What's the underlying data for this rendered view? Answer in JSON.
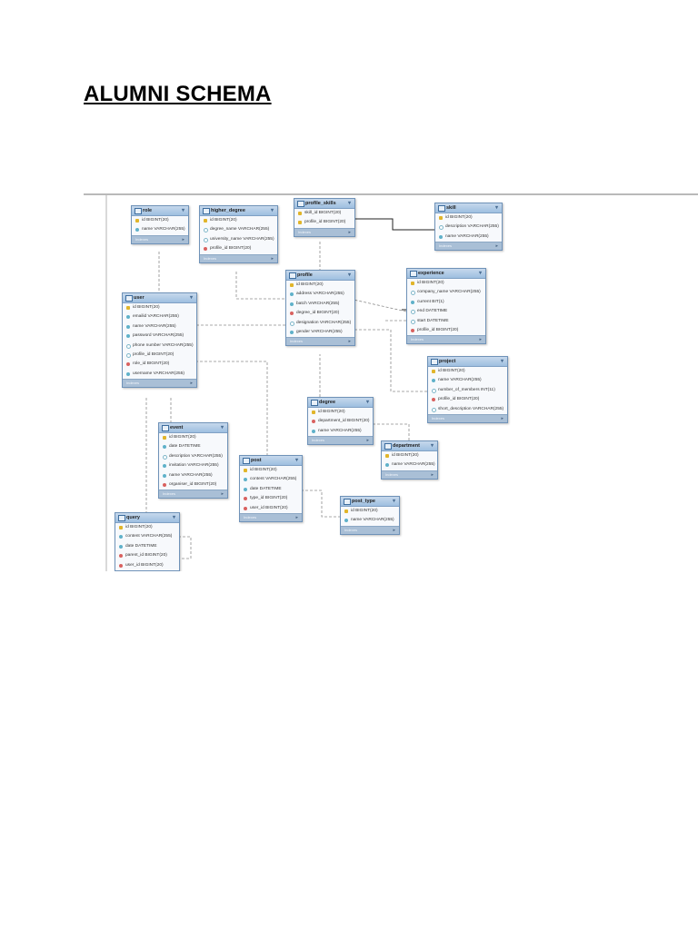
{
  "document": {
    "title": "ALUMNI SCHEMA"
  },
  "colors": {
    "table_header": "#9ebfe0",
    "table_border": "#6f92b8",
    "footer": "#a9bfd6",
    "primary_key": "#e1b52a",
    "foreign_key": "#d9615f",
    "column": "#5fb1c9"
  },
  "icons": {
    "primary_key": "key-icon",
    "foreign_key": "fk-diamond-icon",
    "column": "column-diamond-icon",
    "table": "table-icon",
    "dropdown": "chevron-down-icon",
    "footer": "chevron-right-icon"
  },
  "tables": {
    "role": {
      "name": "role",
      "footer": "Indexes",
      "columns": [
        "id BIGINT(20)",
        "name VARCHAR(255)"
      ]
    },
    "higher_degree": {
      "name": "higher_degree",
      "footer": "Indexes",
      "columns": [
        "id BIGINT(20)",
        "degree_name VARCHAR(255)",
        "university_name VARCHAR(255)",
        "profile_id BIGINT(20)"
      ]
    },
    "profile_skills": {
      "name": "profile_skills",
      "footer": "Indexes",
      "columns": [
        "skill_id BIGINT(20)",
        "profile_id BIGINT(20)"
      ]
    },
    "skill": {
      "name": "skill",
      "footer": "Indexes",
      "columns": [
        "id BIGINT(20)",
        "description VARCHAR(255)",
        "name VARCHAR(255)"
      ]
    },
    "profile": {
      "name": "profile",
      "footer": "Indexes",
      "columns": [
        "id BIGINT(20)",
        "address VARCHAR(255)",
        "batch VARCHAR(255)",
        "degree_id BIGINT(20)",
        "designation VARCHAR(255)",
        "gender VARCHAR(255)"
      ]
    },
    "experience": {
      "name": "experience",
      "footer": "Indexes",
      "columns": [
        "id BIGINT(20)",
        "company_name VARCHAR(255)",
        "current BIT(1)",
        "end DATETIME",
        "start DATETIME",
        "profile_id BIGINT(20)"
      ]
    },
    "user": {
      "name": "user",
      "footer": "Indexes",
      "columns": [
        "id BIGINT(20)",
        "emailid VARCHAR(255)",
        "name VARCHAR(255)",
        "password VARCHAR(255)",
        "phone number VARCHAR(255)",
        "profile_id BIGINT(20)",
        "role_id BIGINT(20)",
        "username VARCHAR(255)"
      ]
    },
    "project": {
      "name": "project",
      "footer": "Indexes",
      "columns": [
        "id BIGINT(20)",
        "name VARCHAR(255)",
        "number_of_members INT(11)",
        "profile_id BIGINT(20)",
        "short_description VARCHAR(255)"
      ]
    },
    "degree": {
      "name": "degree",
      "footer": "Indexes",
      "columns": [
        "id BIGINT(20)",
        "department_id BIGINT(20)",
        "name VARCHAR(255)"
      ]
    },
    "event": {
      "name": "event",
      "footer": "Indexes",
      "columns": [
        "id BIGINT(20)",
        "date DATETIME",
        "description VARCHAR(255)",
        "invitation VARCHAR(255)",
        "name VARCHAR(255)",
        "organiser_id BIGINT(20)"
      ]
    },
    "department": {
      "name": "department",
      "footer": "Indexes",
      "columns": [
        "id BIGINT(20)",
        "name VARCHAR(255)"
      ]
    },
    "post": {
      "name": "post",
      "footer": "Indexes",
      "columns": [
        "id BIGINT(20)",
        "content VARCHAR(255)",
        "date DATETIME",
        "type_id BIGINT(20)",
        "user_id BIGINT(20)"
      ]
    },
    "post_type": {
      "name": "post_type",
      "footer": "Indexes",
      "columns": [
        "id BIGINT(20)",
        "name VARCHAR(255)"
      ]
    },
    "query": {
      "name": "query",
      "footer": "",
      "columns": [
        "id BIGINT(20)",
        "content VARCHAR(255)",
        "date DATETIME",
        "parent_id BIGINT(20)",
        "user_id BIGINT(20)"
      ]
    }
  }
}
